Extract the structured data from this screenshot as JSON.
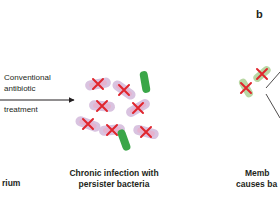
{
  "diagram": {
    "labels": [
      "Conventional antibiotic",
      "treatment",
      "rium",
      "Chronic infection with persister bacteria",
      "b",
      "Memb",
      "causes ba"
    ]
  }
}
